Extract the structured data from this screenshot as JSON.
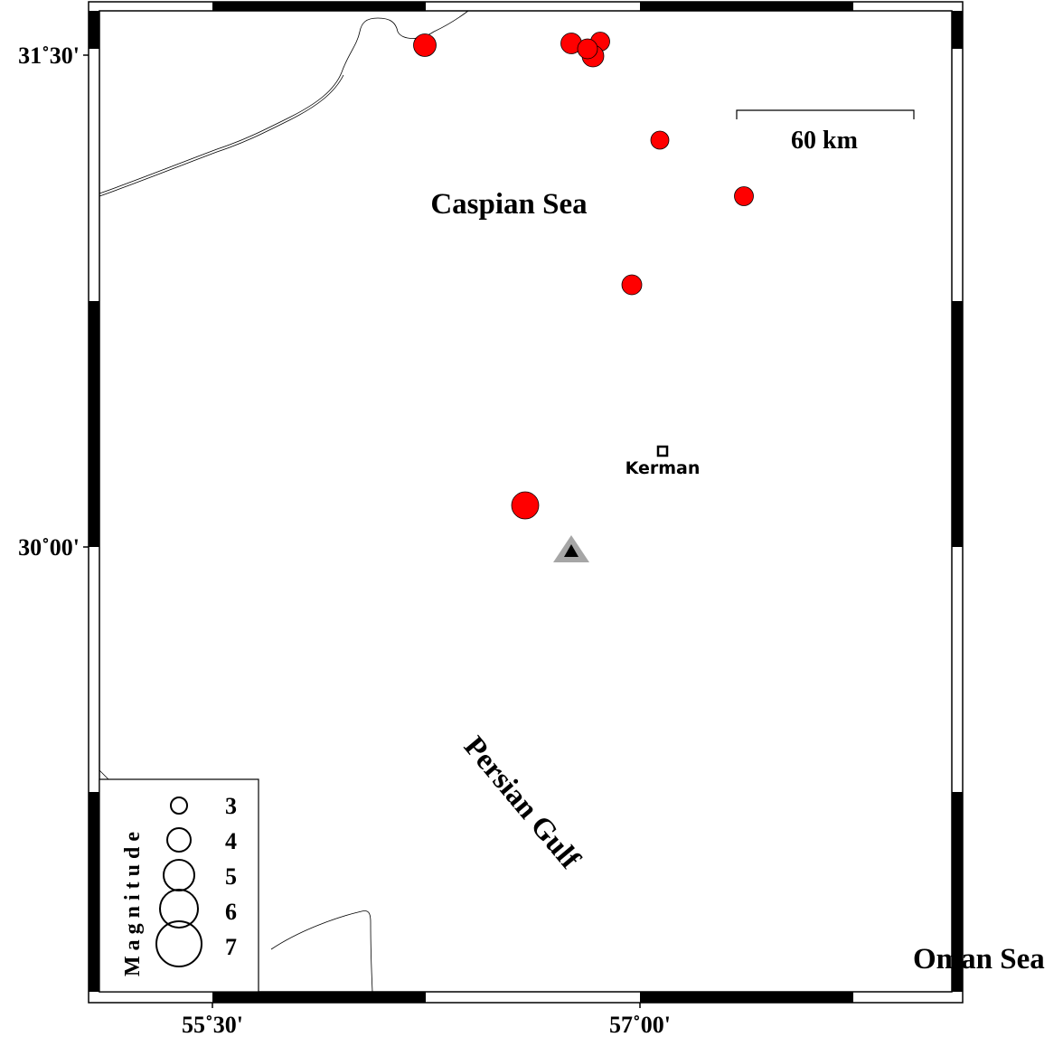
{
  "map": {
    "coast_color": "#000000",
    "event_color": "#ff0000",
    "axis": {
      "x_ticks": [
        "55˚30'",
        "57˚00'"
      ],
      "y_ticks": [
        "31˚30'",
        "30˚00'"
      ]
    },
    "labels": {
      "caspian": "Caspian Sea",
      "persian": "Persian Gulf",
      "oman": "Oman Sea",
      "city": "Kerman"
    },
    "scale_bar": {
      "label": "60 km"
    },
    "station": {
      "symbol": "triangle",
      "outer_color": "#a6a6a6",
      "inner_color": "#000000"
    },
    "events": [
      {
        "magnitude": 5.0
      },
      {
        "magnitude": 4.8
      },
      {
        "magnitude": 4.6
      },
      {
        "magnitude": 4.4
      },
      {
        "magnitude": 4.9
      },
      {
        "magnitude": 4.2
      },
      {
        "magnitude": 4.4
      },
      {
        "magnitude": 4.5
      },
      {
        "magnitude": 5.6
      }
    ],
    "legend": {
      "title": "Magnitude",
      "items": [
        "3",
        "4",
        "5",
        "6",
        "7"
      ]
    }
  }
}
